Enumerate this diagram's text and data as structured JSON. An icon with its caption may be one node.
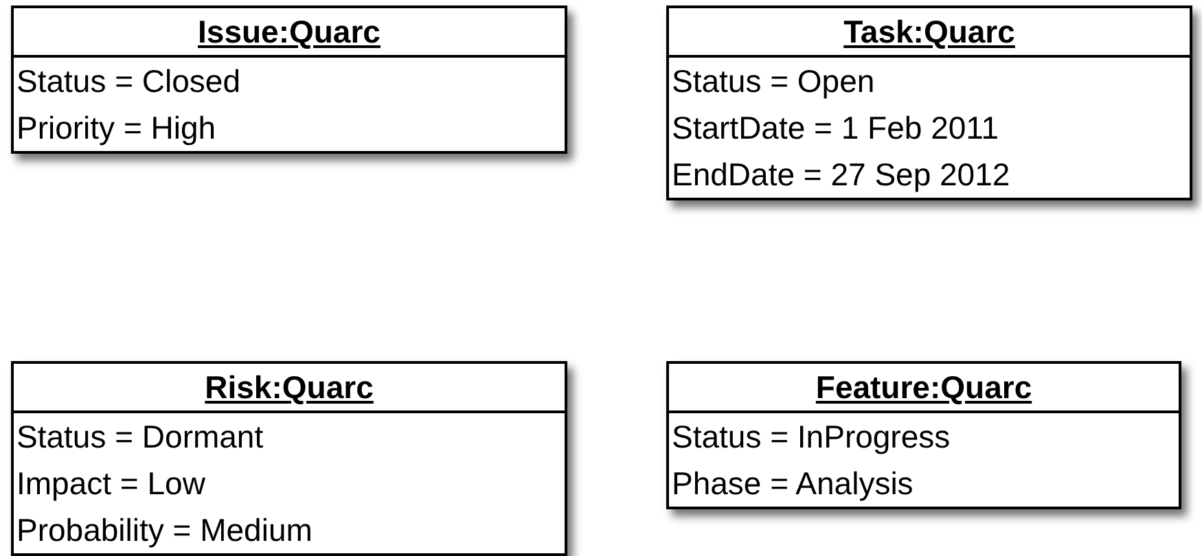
{
  "diagram": {
    "nodes": [
      {
        "text": [
          "Issue:Quarc",
          "Status = Closed",
          "Priority = High"
        ]
      },
      {
        "text": [
          "Task:Quarc",
          "Status = Open",
          "StartDate = 1 Feb 2011",
          "EndDate = 27 Sep 2012"
        ]
      },
      {
        "text": [
          "Risk:Quarc",
          "Status = Dormant",
          "Impact = Low",
          "Probability = Medium"
        ]
      },
      {
        "text": [
          "Feature:Quarc",
          "Status = InProgress",
          "Phase = Analysis"
        ]
      }
    ]
  }
}
